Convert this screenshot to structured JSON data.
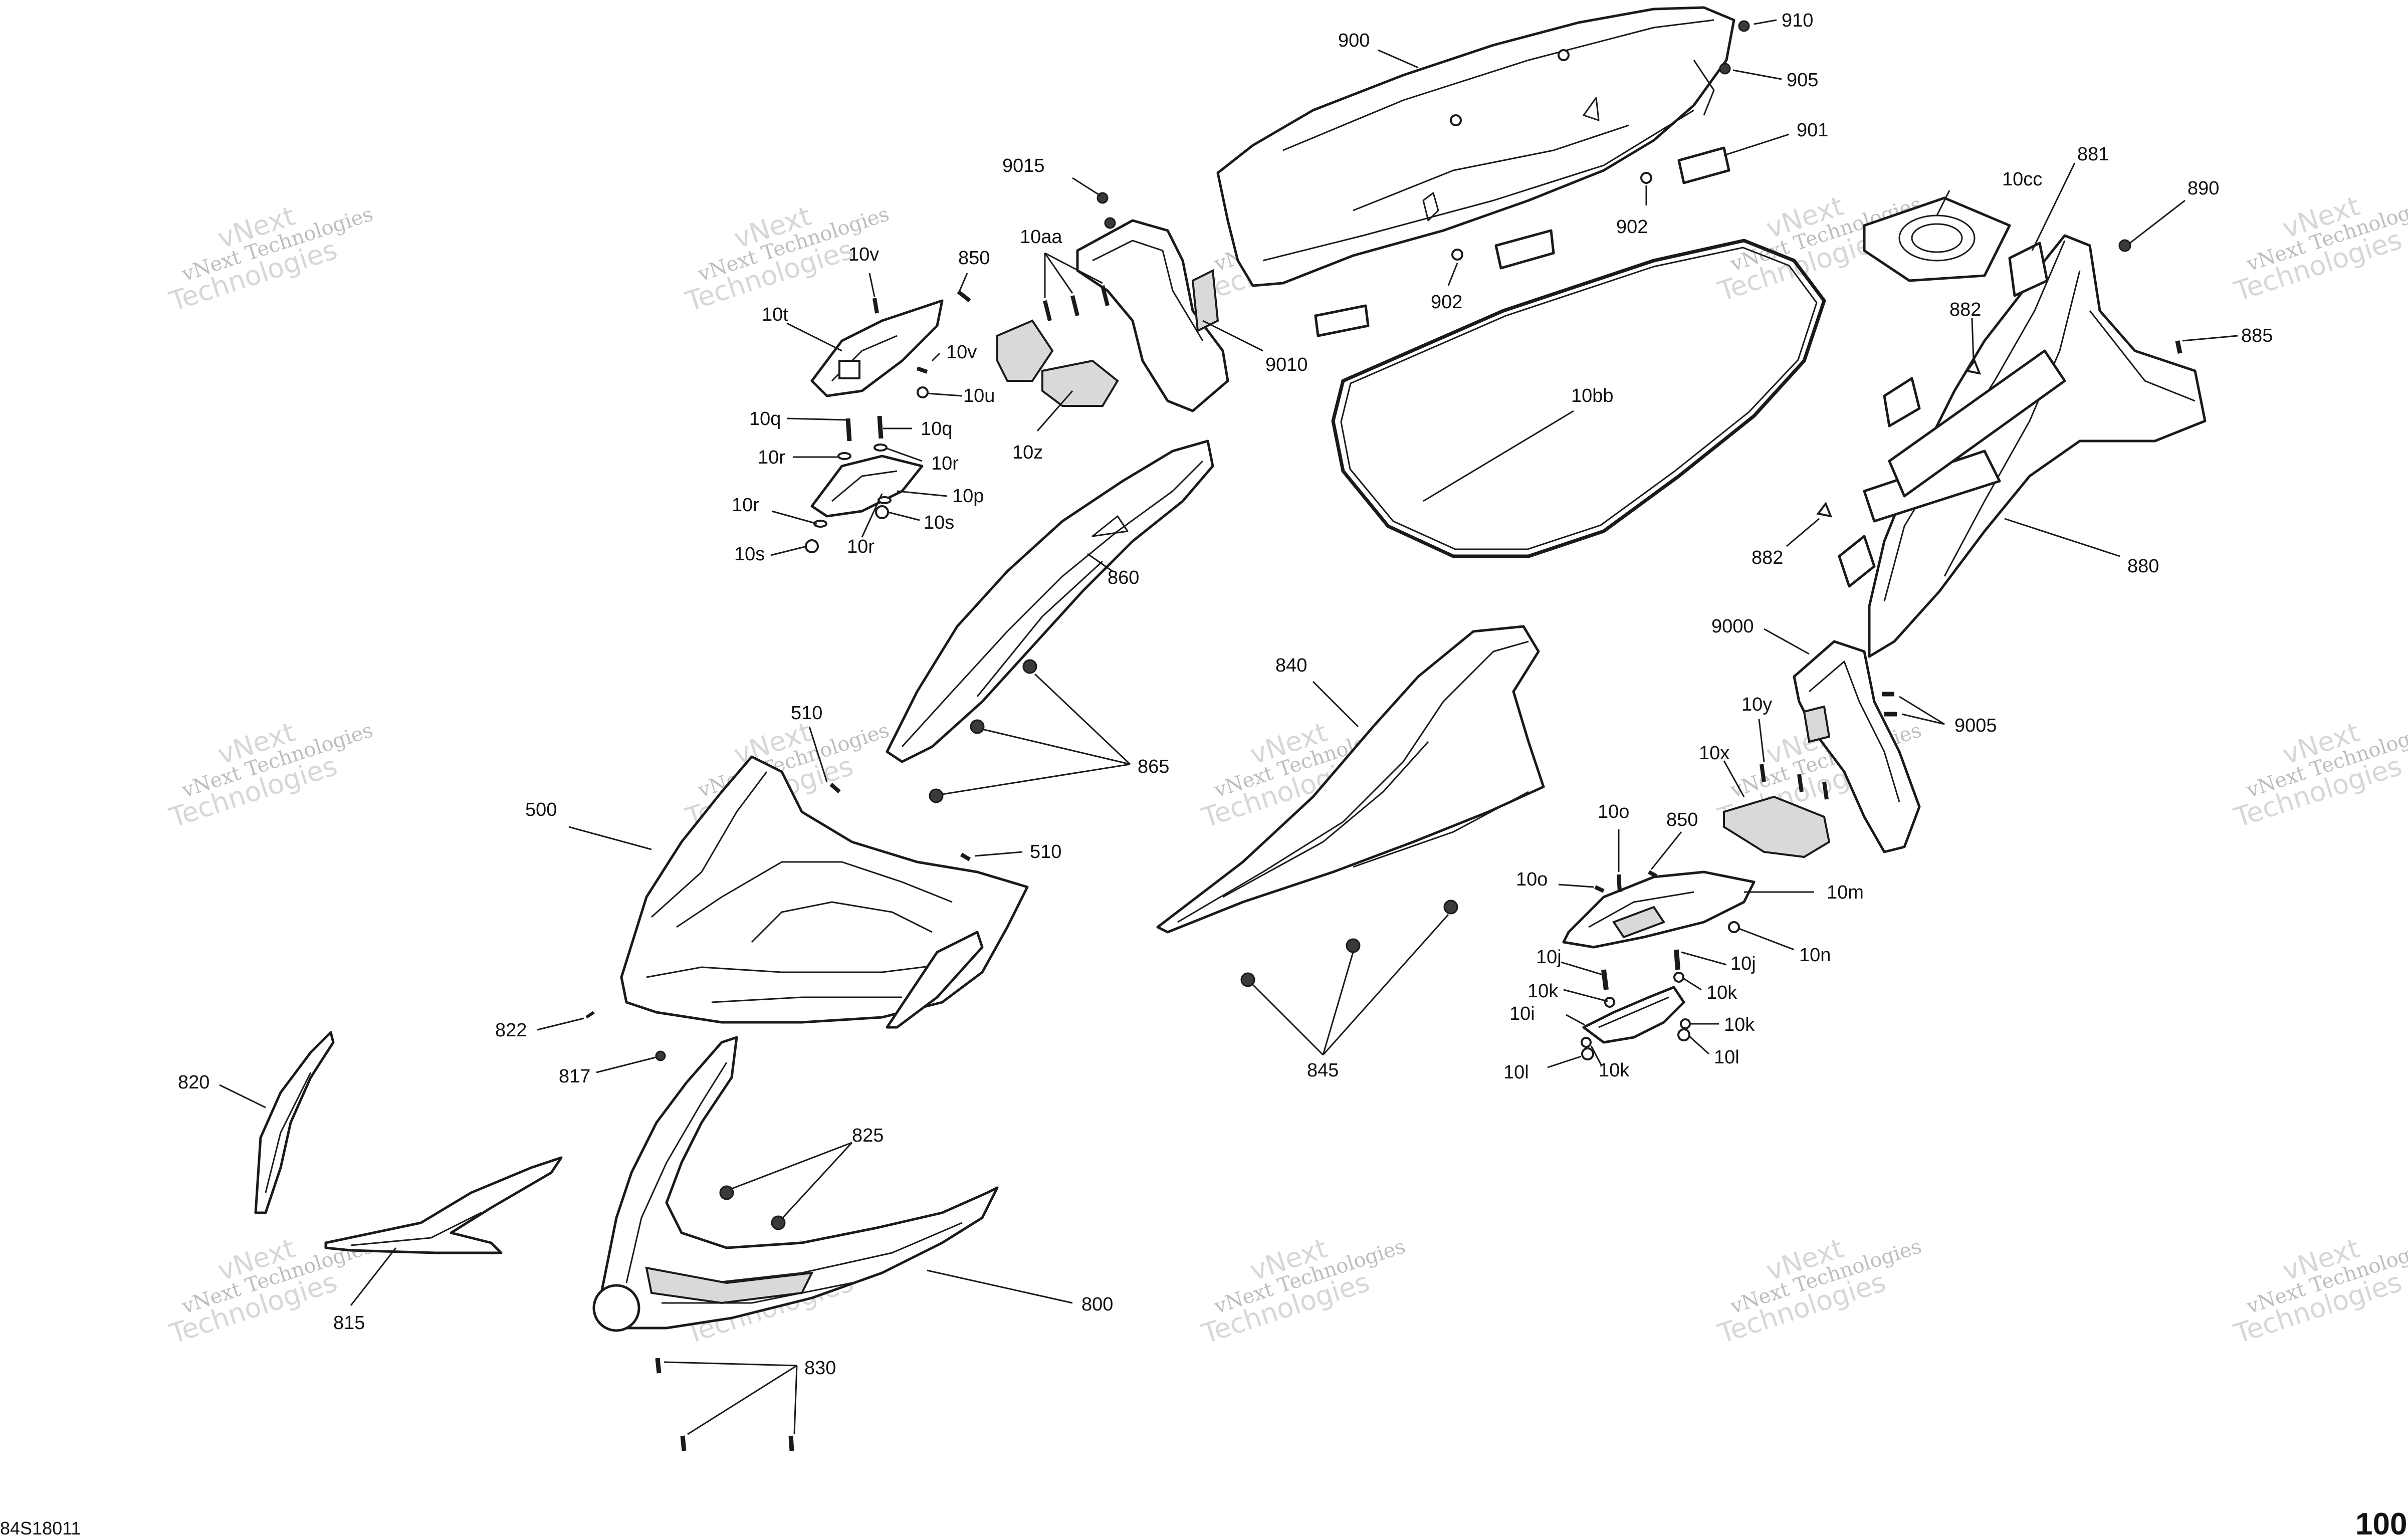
{
  "watermark": {
    "line1": "vNext",
    "line2": "vNext Technologies",
    "line3": "Technologies"
  },
  "footer": {
    "code": "84S18011",
    "page": "100"
  },
  "callouts": [
    {
      "id": "900",
      "text": "900"
    },
    {
      "id": "910",
      "text": "910"
    },
    {
      "id": "905",
      "text": "905"
    },
    {
      "id": "901",
      "text": "901"
    },
    {
      "id": "902a",
      "text": "902"
    },
    {
      "id": "902b",
      "text": "902"
    },
    {
      "id": "9015",
      "text": "9015"
    },
    {
      "id": "10aa",
      "text": "10aa"
    },
    {
      "id": "9010",
      "text": "9010"
    },
    {
      "id": "10z",
      "text": "10z"
    },
    {
      "id": "10v-a",
      "text": "10v"
    },
    {
      "id": "850-a",
      "text": "850"
    },
    {
      "id": "10t",
      "text": "10t"
    },
    {
      "id": "10v-b",
      "text": "10v"
    },
    {
      "id": "10u",
      "text": "10u"
    },
    {
      "id": "10q-a",
      "text": "10q"
    },
    {
      "id": "10q-b",
      "text": "10q"
    },
    {
      "id": "10r-a",
      "text": "10r"
    },
    {
      "id": "10r-b",
      "text": "10r"
    },
    {
      "id": "10p",
      "text": "10p"
    },
    {
      "id": "10r-c",
      "text": "10r"
    },
    {
      "id": "10s-a",
      "text": "10s"
    },
    {
      "id": "10r-d",
      "text": "10r"
    },
    {
      "id": "10s-b",
      "text": "10s"
    },
    {
      "id": "10cc",
      "text": "10cc"
    },
    {
      "id": "881",
      "text": "881"
    },
    {
      "id": "890",
      "text": "890"
    },
    {
      "id": "882-a",
      "text": "882"
    },
    {
      "id": "885",
      "text": "885"
    },
    {
      "id": "10bb",
      "text": "10bb"
    },
    {
      "id": "882-b",
      "text": "882"
    },
    {
      "id": "880",
      "text": "880"
    },
    {
      "id": "860",
      "text": "860"
    },
    {
      "id": "9000",
      "text": "9000"
    },
    {
      "id": "840",
      "text": "840"
    },
    {
      "id": "10y",
      "text": "10y"
    },
    {
      "id": "9005",
      "text": "9005"
    },
    {
      "id": "10x",
      "text": "10x"
    },
    {
      "id": "510-a",
      "text": "510"
    },
    {
      "id": "865",
      "text": "865"
    },
    {
      "id": "500",
      "text": "500"
    },
    {
      "id": "510-b",
      "text": "510"
    },
    {
      "id": "10o-a",
      "text": "10o"
    },
    {
      "id": "850-b",
      "text": "850"
    },
    {
      "id": "10o-b",
      "text": "10o"
    },
    {
      "id": "10m",
      "text": "10m"
    },
    {
      "id": "10n",
      "text": "10n"
    },
    {
      "id": "10j-a",
      "text": "10j"
    },
    {
      "id": "10j-b",
      "text": "10j"
    },
    {
      "id": "10k-a",
      "text": "10k"
    },
    {
      "id": "10k-b",
      "text": "10k"
    },
    {
      "id": "10i",
      "text": "10i"
    },
    {
      "id": "10k-c",
      "text": "10k"
    },
    {
      "id": "10l-a",
      "text": "10l"
    },
    {
      "id": "10l-b",
      "text": "10l"
    },
    {
      "id": "10k-d",
      "text": "10k"
    },
    {
      "id": "822",
      "text": "822"
    },
    {
      "id": "845",
      "text": "845"
    },
    {
      "id": "820",
      "text": "820"
    },
    {
      "id": "817",
      "text": "817"
    },
    {
      "id": "825",
      "text": "825"
    },
    {
      "id": "815",
      "text": "815"
    },
    {
      "id": "800",
      "text": "800"
    },
    {
      "id": "830",
      "text": "830"
    }
  ]
}
